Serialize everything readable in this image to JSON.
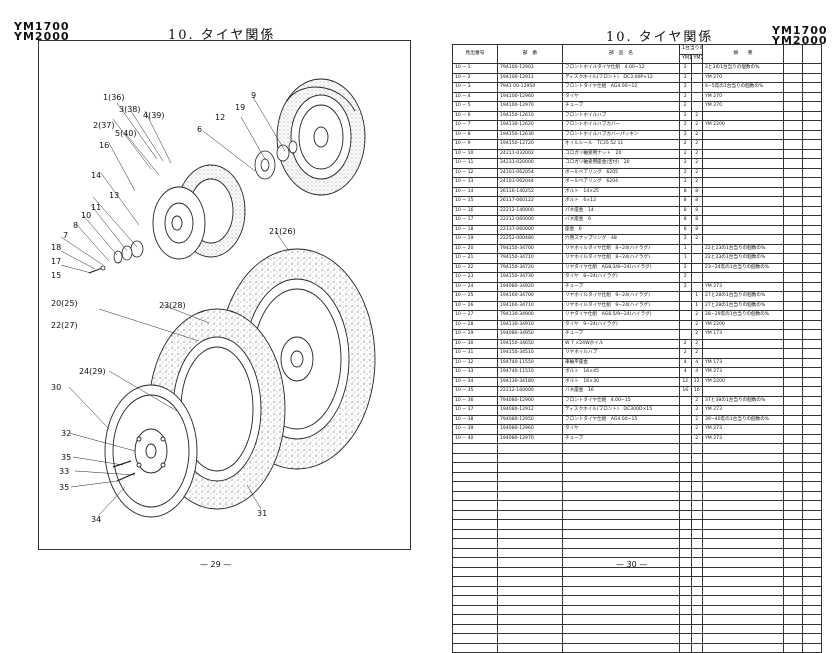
{
  "left": {
    "models": [
      "YM1700",
      "YM2000"
    ],
    "title": "10. タイヤ関係",
    "page_number": "— 29 —",
    "callouts": [
      {
        "id": "1",
        "text": "1(36)"
      },
      {
        "id": "3",
        "text": "3(38)"
      },
      {
        "id": "4",
        "text": "4(39)"
      },
      {
        "id": "2",
        "text": "2(37)"
      },
      {
        "id": "5",
        "text": "5(40)"
      },
      {
        "id": "16",
        "text": "16"
      },
      {
        "id": "14",
        "text": "14"
      },
      {
        "id": "13",
        "text": "13"
      },
      {
        "id": "11",
        "text": "11"
      },
      {
        "id": "10",
        "text": "10"
      },
      {
        "id": "8",
        "text": "8"
      },
      {
        "id": "7",
        "text": "7"
      },
      {
        "id": "18",
        "text": "18"
      },
      {
        "id": "17",
        "text": "17"
      },
      {
        "id": "15",
        "text": "15"
      },
      {
        "id": "9",
        "text": "9"
      },
      {
        "id": "19",
        "text": "19"
      },
      {
        "id": "12",
        "text": "12"
      },
      {
        "id": "6",
        "text": "6"
      },
      {
        "id": "21",
        "text": "21(26)"
      },
      {
        "id": "20",
        "text": "20(25)"
      },
      {
        "id": "22",
        "text": "22(27)"
      },
      {
        "id": "23",
        "text": "23(28)"
      },
      {
        "id": "24",
        "text": "24(29)"
      },
      {
        "id": "30",
        "text": "30"
      },
      {
        "id": "32",
        "text": "32"
      },
      {
        "id": "35a",
        "text": "35"
      },
      {
        "id": "33",
        "text": "33"
      },
      {
        "id": "35b",
        "text": "35"
      },
      {
        "id": "34",
        "text": "34"
      },
      {
        "id": "31",
        "text": "31"
      }
    ]
  },
  "right": {
    "title": "10. タイヤ関係",
    "models": [
      "YM1700",
      "YM2000"
    ],
    "page_number": "— 30 —",
    "headers": {
      "no": "見出番号",
      "part_no": "部　番",
      "name": "部　品　名",
      "qty_group": "1台当りの個数",
      "qty_a": "YM1700",
      "qty_b": "YM2000",
      "remarks": "摘　　要"
    },
    "rows": [
      {
        "no": "10 − 1",
        "pn": "794100-12901",
        "name": "フロントホイルタイヤ仕組　4.00−12",
        "a": "2",
        "b": "",
        "rem": "2と3の1台当りの個数の%"
      },
      {
        "no": "10 − 2",
        "pn": "194100-12911",
        "name": "ディスクホイル(フロント)　DC3.00P×12",
        "a": "2",
        "b": "",
        "rem": "YM 270"
      },
      {
        "no": "10 − 3",
        "pn": "7941 00-12950",
        "name": "フロントタイヤ仕組　AG4.00−12",
        "a": "2",
        "b": "",
        "rem": "4−5迄の1台当りの個数の%"
      },
      {
        "no": "10 − 4",
        "pn": "194100-12960",
        "name": "タイヤ",
        "a": "2",
        "b": "",
        "rem": "YM 270"
      },
      {
        "no": "10 − 5",
        "pn": "194100-12970",
        "name": "チューブ",
        "a": "2",
        "b": "",
        "rem": "YM 270"
      },
      {
        "no": "10 − 6",
        "pn": "194150-12610",
        "name": "フロントホイルハブ",
        "a": "2",
        "b": "2",
        "rem": ""
      },
      {
        "no": "10 − 7",
        "pn": "194130-12620",
        "name": "フロントホイルハブカバー",
        "a": "2",
        "b": "2",
        "rem": "YM 2200"
      },
      {
        "no": "10 − 8",
        "pn": "194150-12630",
        "name": "フロントホイルハブカバーパッキン",
        "a": "2",
        "b": "2",
        "rem": ""
      },
      {
        "no": "10 − 9",
        "pn": "194150-12720",
        "name": "オイルシール　TC35 52 11",
        "a": "2",
        "b": "2",
        "rem": ""
      },
      {
        "no": "10 − 10",
        "pn": "24211-032002",
        "name": "コロガリ軸受用ナット　20",
        "a": "2",
        "b": "2",
        "rem": ""
      },
      {
        "no": "10 − 11",
        "pn": "24231-020000",
        "name": "コロガリ軸受用座金(舌付)　20",
        "a": "2",
        "b": "2",
        "rem": ""
      },
      {
        "no": "10 − 12",
        "pn": "24101-062054",
        "name": "ボールベアリング　6205",
        "a": "2",
        "b": "2",
        "rem": ""
      },
      {
        "no": "10 − 13",
        "pn": "24101-062044",
        "name": "ボールベアリング　6204",
        "a": "2",
        "b": "2",
        "rem": ""
      },
      {
        "no": "10 − 14",
        "pn": "26116-140252",
        "name": "ボルト　14×25",
        "a": "8",
        "b": "8",
        "rem": ""
      },
      {
        "no": "10 − 15",
        "pn": "26117-060122",
        "name": "ボルト　6×12",
        "a": "8",
        "b": "8",
        "rem": ""
      },
      {
        "no": "10 − 16",
        "pn": "22212-140000",
        "name": "バネ座金　14",
        "a": "8",
        "b": "8",
        "rem": ""
      },
      {
        "no": "10 − 17",
        "pn": "22212-060000",
        "name": "バネ座金　6",
        "a": "8",
        "b": "8",
        "rem": ""
      },
      {
        "no": "10 − 18",
        "pn": "22137-060000",
        "name": "座金　6",
        "a": "8",
        "b": "8",
        "rem": ""
      },
      {
        "no": "10 − 19",
        "pn": "22252-000480",
        "name": "穴用スナップリング　48",
        "a": "2",
        "b": "2",
        "rem": ""
      },
      {
        "no": "10 − 20",
        "pn": "794150-34700",
        "name": "リヤホイルタイヤ仕組　8−24(ハイラグ)",
        "a": "1",
        "b": "",
        "rem": "22と23の1台当りの個数の%"
      },
      {
        "no": "10 − 21",
        "pn": "794150-34710",
        "name": "リヤホイルタイヤ仕組　8−24(ハイラグ)",
        "a": "1",
        "b": "",
        "rem": "22と23の1台当りの個数の%"
      },
      {
        "no": "10 − 22",
        "pn": "794150-34720",
        "name": "リヤタイヤ仕組　AG8.3/8−24(ハイラグ)",
        "a": "2",
        "b": "",
        "rem": "23−24迄の1台当りの個数の%"
      },
      {
        "no": "10 − 23",
        "pn": "194150-34730",
        "name": "タイヤ　8−24(ハイラグ)",
        "a": "2",
        "b": "",
        "rem": ""
      },
      {
        "no": "10 − 24",
        "pn": "194080-34920",
        "name": "チューブ",
        "a": "2",
        "b": "",
        "rem": "YM 273"
      },
      {
        "no": "10 − 25",
        "pn": "194160-34700",
        "name": "リヤホイルタイヤ仕組　9−24(ハイラグ)",
        "a": "",
        "b": "1",
        "rem": "27と28の1台当りの個数の%"
      },
      {
        "no": "10 − 26",
        "pn": "194160-34710",
        "name": "リヤホイルタイヤ仕組　9−24(ハイラグ)",
        "a": "",
        "b": "1",
        "rem": "27と28の1台当りの個数の%"
      },
      {
        "no": "10 − 27",
        "pn": "794130-34900",
        "name": "リヤタイヤ仕組　AG8.5/9−24(ハイラグ)",
        "a": "",
        "b": "2",
        "rem": "28−29迄の1台当りの個数の%"
      },
      {
        "no": "10 − 28",
        "pn": "194130-34910",
        "name": "タイヤ　9−24(ハイラグ)",
        "a": "",
        "b": "2",
        "rem": "YM 2200"
      },
      {
        "no": "10 − 29",
        "pn": "194080-34950",
        "name": "チューブ",
        "a": "",
        "b": "2",
        "rem": "YM 173"
      },
      {
        "no": "10 − 30",
        "pn": "194150-34650",
        "name": "W 7 ×24Wホイル",
        "a": "2",
        "b": "2",
        "rem": ""
      },
      {
        "no": "10 − 31",
        "pn": "194150-34510",
        "name": "リヤホイルハブ",
        "a": "2",
        "b": "2",
        "rem": ""
      },
      {
        "no": "10 − 32",
        "pn": "194740-11550",
        "name": "車輪平座金",
        "a": "4",
        "b": "4",
        "rem": "YM 173"
      },
      {
        "no": "10 − 33",
        "pn": "194740-11510",
        "name": "ボルト　16×45",
        "a": "4",
        "b": "4",
        "rem": "YM 273"
      },
      {
        "no": "10 − 34",
        "pn": "194130-34180",
        "name": "ボルト　16×30",
        "a": "12",
        "b": "12",
        "rem": "YM 2200"
      },
      {
        "no": "10 − 35",
        "pn": "22212-160000",
        "name": "バネ座金　16",
        "a": "16",
        "b": "16",
        "rem": ""
      },
      {
        "no": "10 − 36",
        "pn": "794080-12900",
        "name": "フロントタイヤ仕組　4.00−15",
        "a": "",
        "b": "2",
        "rem": "37と38の1台当りの個数の%"
      },
      {
        "no": "10 − 37",
        "pn": "194080-12912",
        "name": "ディスクホイル(フロント)　DC300D×15",
        "a": "",
        "b": "2",
        "rem": "YM 273"
      },
      {
        "no": "10 − 38",
        "pn": "794080-12950",
        "name": "フロントタイヤ仕組　AG4.00−15",
        "a": "",
        "b": "2",
        "rem": "39−40迄の1台当りの個数の%"
      },
      {
        "no": "10 − 39",
        "pn": "194080-12960",
        "name": "タイヤ",
        "a": "",
        "b": "2",
        "rem": "YM 273"
      },
      {
        "no": "10 − 40",
        "pn": "194080-12970",
        "name": "チューブ",
        "a": "",
        "b": "2",
        "rem": "YM 273"
      }
    ],
    "empty_rows": 22
  }
}
